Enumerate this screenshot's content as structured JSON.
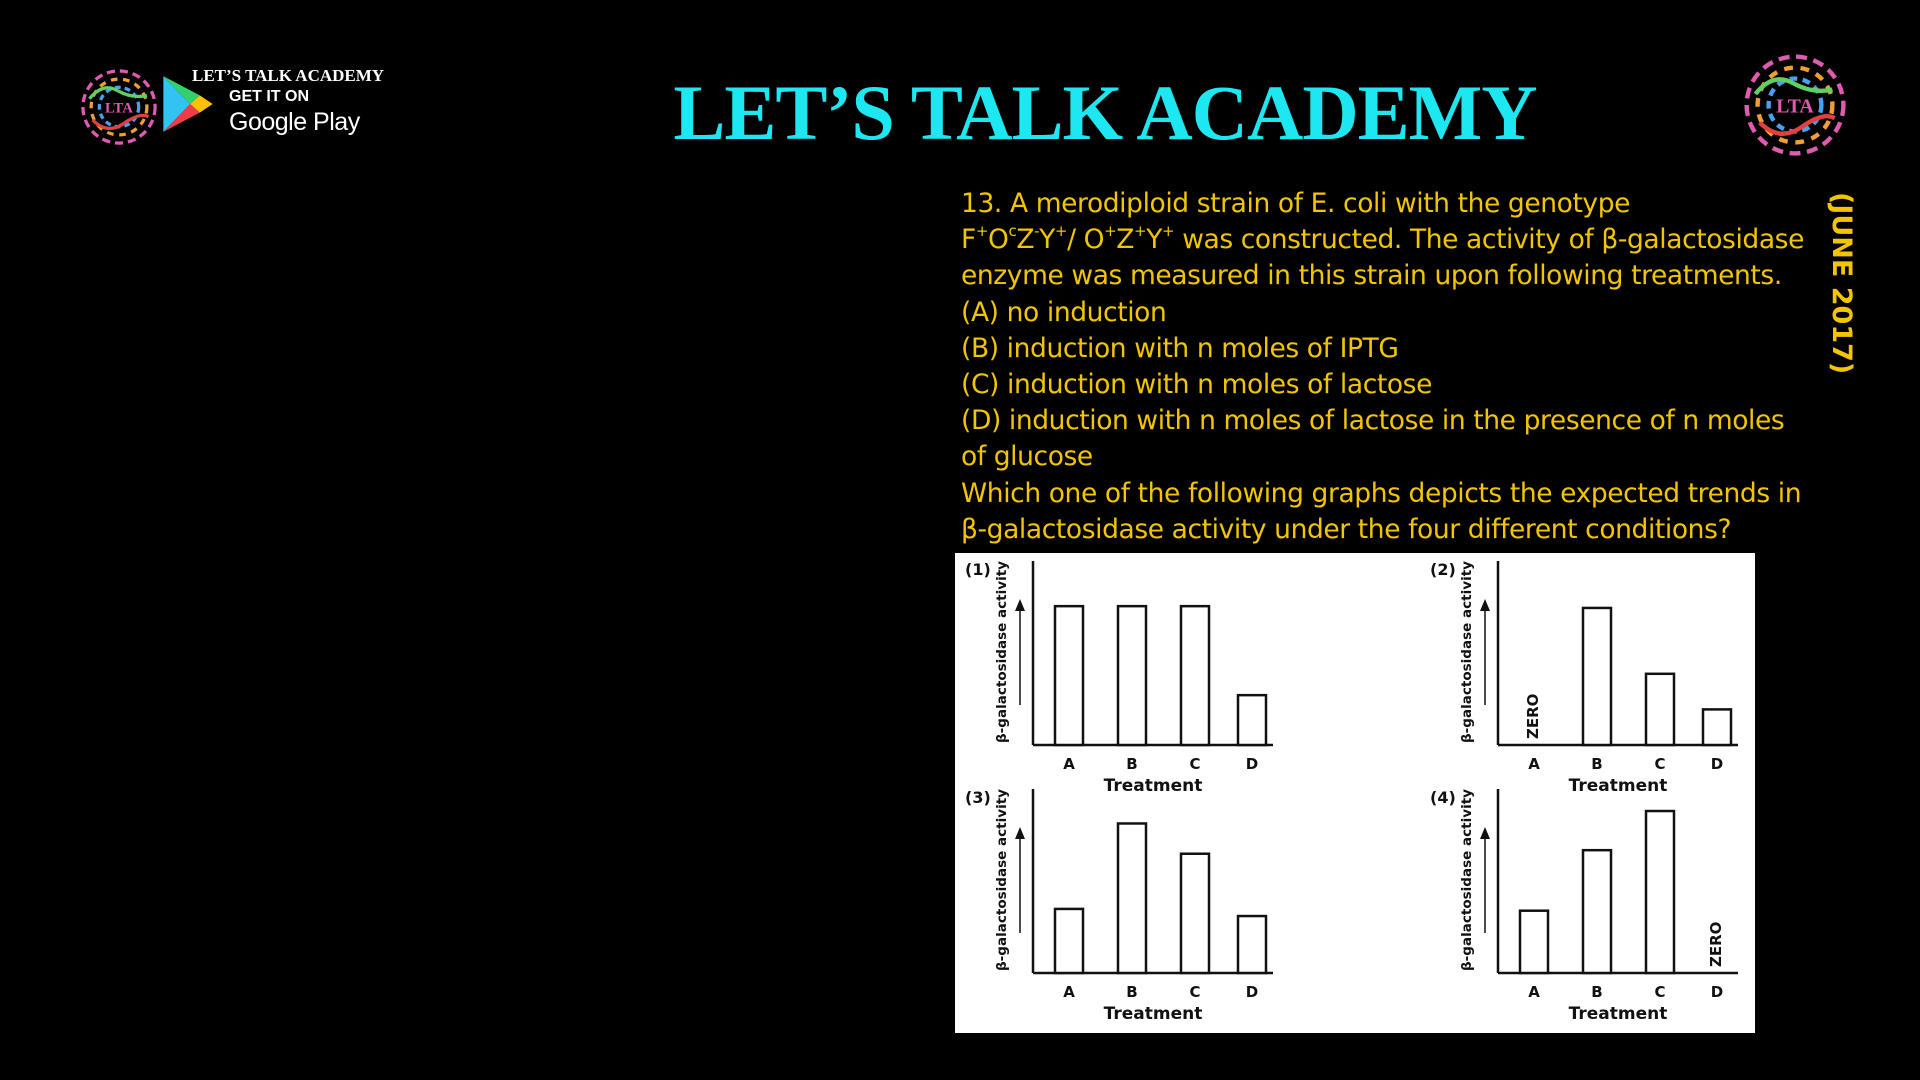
{
  "badge": {
    "academy": "LET’S TALK ACADEMY",
    "get_it_on": "GET IT ON",
    "store": "Google Play"
  },
  "logo_text": "LTA",
  "title": "LET’S TALK ACADEMY",
  "exam_tag": "(JUNE 2017)",
  "question": {
    "stem_line1": "13. A merodiploid strain of E. coli with the genotype",
    "genotype": {
      "p1": "F",
      "s1": "+",
      "p2": "O",
      "s2": "c",
      "p3": "Z",
      "s3": "-",
      "p4": "Y",
      "s4": "+",
      "p5": "/ O",
      "s5": "+",
      "p6": "Z",
      "s6": "+",
      "p7": "Y",
      "s7": "+"
    },
    "line2_rest": " was constructed. The activity of β-galactosidase",
    "line3": "enzyme was measured in this strain upon following treatments.",
    "options": [
      "(A) no induction",
      "(B) induction with n moles of IPTG",
      "(C) induction with n moles of lactose",
      "(D) induction with n moles of lactose in the presence of n moles",
      "of glucose"
    ],
    "ask_line1": "Which one of the following graphs depicts the expected trends in",
    "ask_line2": "β-galactosidase activity under the four different conditions?"
  },
  "chart_data": [
    {
      "type": "bar",
      "label": "(1)",
      "categories": [
        "A",
        "B",
        "C",
        "D"
      ],
      "values": [
        0.78,
        0.78,
        0.78,
        0.28
      ],
      "xlabel": "Treatment",
      "ylabel": "β-galactosidase activity",
      "annotations": []
    },
    {
      "type": "bar",
      "label": "(2)",
      "categories": [
        "A",
        "B",
        "C",
        "D"
      ],
      "values": [
        0,
        0.77,
        0.4,
        0.2
      ],
      "xlabel": "Treatment",
      "ylabel": "β-galactosidase activity",
      "annotations": [
        {
          "category": "A",
          "text": "ZERO"
        }
      ]
    },
    {
      "type": "bar",
      "label": "(3)",
      "categories": [
        "A",
        "B",
        "C",
        "D"
      ],
      "values": [
        0.36,
        0.84,
        0.67,
        0.32
      ],
      "xlabel": "Treatment",
      "ylabel": "β-galactosidase activity",
      "annotations": []
    },
    {
      "type": "bar",
      "label": "(4)",
      "categories": [
        "A",
        "B",
        "C",
        "D"
      ],
      "values": [
        0.35,
        0.69,
        0.91,
        0
      ],
      "xlabel": "Treatment",
      "ylabel": "β-galactosidase activity",
      "annotations": [
        {
          "category": "D",
          "text": "ZERO"
        }
      ]
    }
  ]
}
